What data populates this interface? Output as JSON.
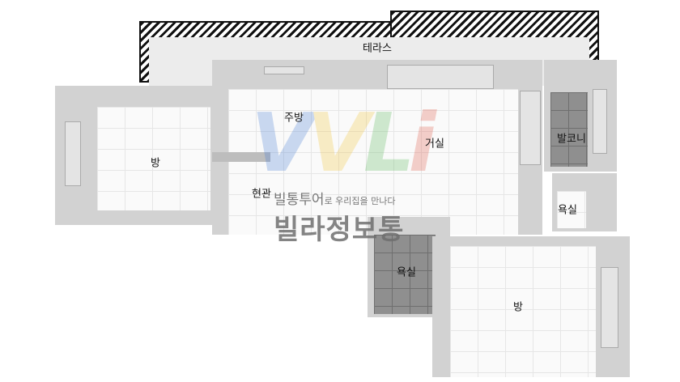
{
  "rooms": {
    "terrace": "테라스",
    "kitchen": "주방",
    "living": "거실",
    "room_left": "방",
    "balcony": "발코니",
    "bath_right": "욕실",
    "bath_center": "욕실",
    "room_bottom_right": "방",
    "entrance": "현관"
  },
  "watermark": {
    "tagline_brand": "빌통투어",
    "tagline_rest": "로 우리집을 만나다",
    "brand": "빌라정보통"
  },
  "colors": {
    "logo_blue": "#4a7fd6",
    "logo_yellow": "#f2c53d",
    "logo_green": "#5cb85c",
    "logo_red": "#e05a4a"
  }
}
